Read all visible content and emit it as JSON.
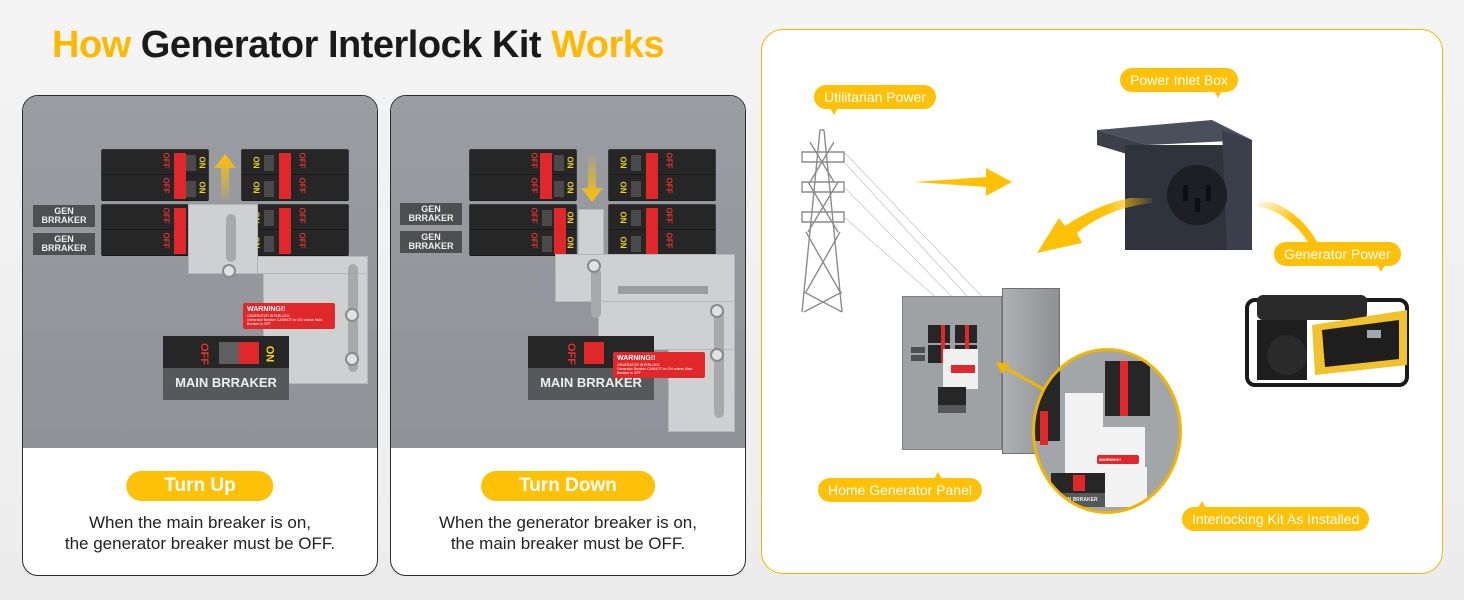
{
  "title": {
    "part1": "How",
    "part2": "Generator Interlock Kit",
    "part3": "Works",
    "accent_color": "#ffb800"
  },
  "steps": [
    {
      "pill": "Turn Up",
      "direction": "up",
      "desc_line1": "When the main breaker is on,",
      "desc_line2": "the generator breaker must be OFF.",
      "gen_labels": [
        "GEN BRRAKER",
        "GEN BRRAKER"
      ],
      "main_label": "MAIN BRRAKER",
      "warning_title": "WARNING!!",
      "warning_sub": "GENERATOR INTERLOCK",
      "warning_body": "Generator Breaker CANNOT be ON unless Main Breaker is OFF",
      "off": "OFF",
      "on": "ON"
    },
    {
      "pill": "Turn Down",
      "direction": "down",
      "desc_line1": "When the generator breaker is on,",
      "desc_line2": "the main breaker must be OFF.",
      "gen_labels": [
        "GEN BRRAKER",
        "GEN BRRAKER"
      ],
      "main_label": "MAIN BRRAKER",
      "warning_title": "WARNING!!",
      "warning_sub": "GENERATOR INTERLOCK",
      "warning_body": "Generator Breaker CANNOT be ON unless Main Breaker is OFF",
      "off": "OFF",
      "on": "ON"
    }
  ],
  "diagram": {
    "tags": {
      "utility": "Utilitarian Power",
      "inlet": "Power Inlet Box",
      "generator": "Generator Power",
      "panel": "Home Generator Panel",
      "kit": "Interlocking Kit As Installed"
    },
    "zoom_main_label": "MAIN BRRAKER",
    "zoom_warning": "WARNING!!",
    "colors": {
      "accent": "#ffc107",
      "border": "#f2b600",
      "breaker_red": "#e0282b"
    }
  }
}
